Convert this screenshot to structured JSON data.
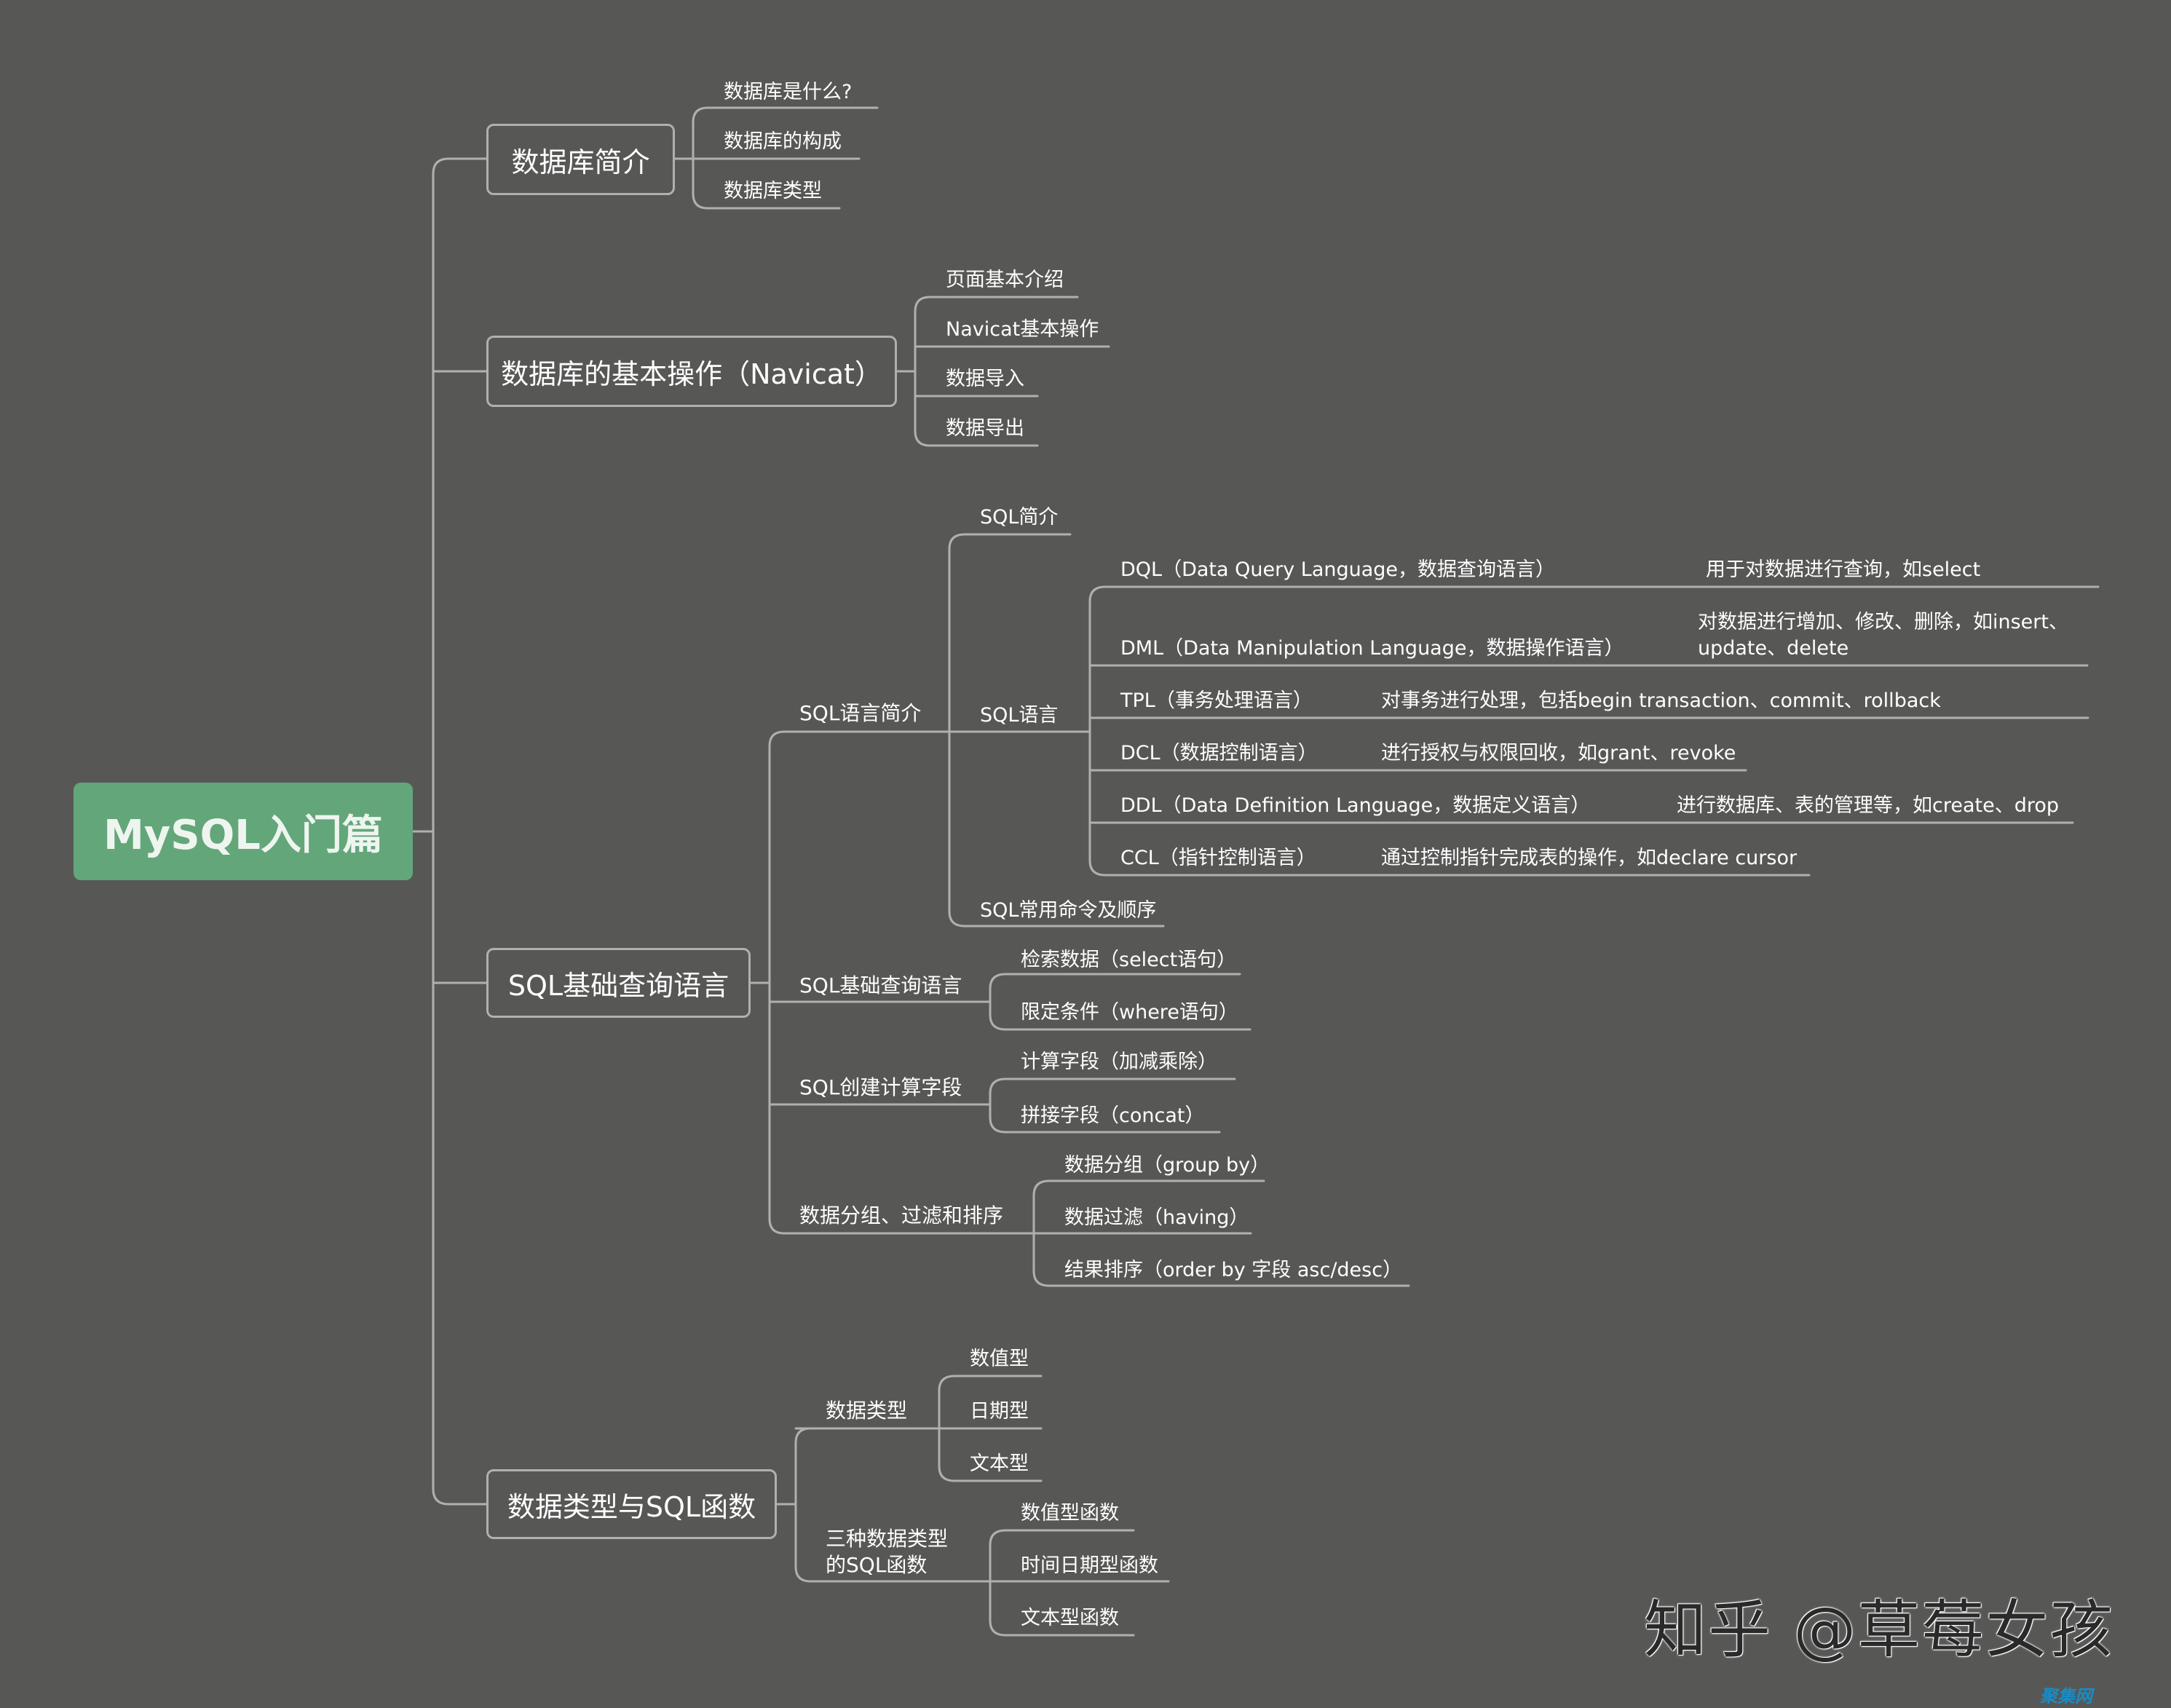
{
  "root": "MySQL入门篇",
  "branches": {
    "b1": {
      "title": "数据库简介",
      "children": [
        "数据库是什么?",
        "数据库的构成",
        "数据库类型"
      ]
    },
    "b2": {
      "title": "数据库的基本操作（Navicat）",
      "children": [
        "页面基本介绍",
        "Navicat基本操作",
        "数据导入",
        "数据导出"
      ]
    },
    "b3": {
      "title": "SQL基础查询语言",
      "intro": {
        "label": "SQL语言简介",
        "sql_intro": "SQL简介",
        "sql_lang": "SQL语言",
        "sql_cmds": "SQL常用命令及顺序",
        "langs": [
          {
            "name": "DQL（Data Query Language，数据查询语言）",
            "desc": "用于对数据进行查询，如select"
          },
          {
            "name": "DML（Data Manipulation Language，数据操作语言）",
            "desc1": "对数据进行增加、修改、删除，如insert、",
            "desc2": "update、delete"
          },
          {
            "name": "TPL（事务处理语言）",
            "desc": "对事务进行处理，包括begin transaction、commit、rollback"
          },
          {
            "name": "DCL（数据控制语言）",
            "desc": "进行授权与权限回收，如grant、revoke"
          },
          {
            "name": "DDL（Data Definition Language，数据定义语言）",
            "desc": "进行数据库、表的管理等，如create、drop"
          },
          {
            "name": "CCL（指针控制语言）",
            "desc": "通过控制指针完成表的操作，如declare cursor"
          }
        ]
      },
      "query": {
        "label": "SQL基础查询语言",
        "children": [
          "检索数据（select语句）",
          "限定条件（where语句）"
        ]
      },
      "calc": {
        "label": "SQL创建计算字段",
        "children": [
          "计算字段（加减乘除）",
          "拼接字段（concat）"
        ]
      },
      "group": {
        "label": "数据分组、过滤和排序",
        "children": [
          "数据分组（group by）",
          "数据过滤（having）",
          "结果排序（order by 字段 asc/desc）"
        ]
      }
    },
    "b4": {
      "title": "数据类型与SQL函数",
      "types": {
        "label": "数据类型",
        "children": [
          "数值型",
          "日期型",
          "文本型"
        ]
      },
      "funcs": {
        "label1": "三种数据类型",
        "label2": "的SQL函数",
        "children": [
          "数值型函数",
          "时间日期型函数",
          "文本型函数"
        ]
      }
    }
  },
  "watermark": "知乎 @草莓女孩",
  "corner_mark": "聚集网",
  "colors": {
    "background": "#575856",
    "root": "#63a67a",
    "line": "#b0b0ae",
    "text": "#ffffff"
  }
}
